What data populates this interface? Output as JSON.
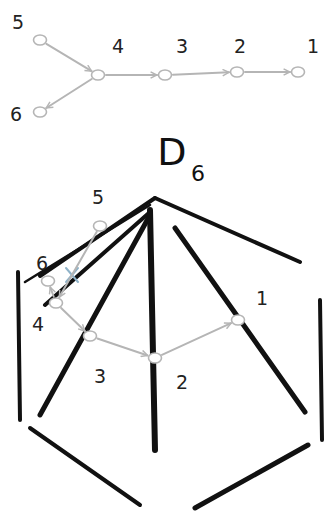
{
  "diagram": {
    "nodes": [
      {
        "text": [
          "5"
        ]
      },
      {
        "text": [
          "4"
        ]
      },
      {
        "text": [
          "3"
        ]
      },
      {
        "text": [
          "2"
        ]
      },
      {
        "text": [
          "1"
        ]
      },
      {
        "text": [
          "6"
        ]
      },
      {
        "text": [
          "5"
        ]
      },
      {
        "text": [
          "6"
        ]
      },
      {
        "text": [
          "4"
        ]
      },
      {
        "text": [
          "3"
        ]
      },
      {
        "text": [
          "2"
        ]
      },
      {
        "text": [
          "1"
        ]
      }
    ],
    "edges": [
      {
        "from": 0,
        "to": 1,
        "arrow": "to"
      },
      {
        "from": 1,
        "to": 2,
        "arrow": "to"
      },
      {
        "from": 2,
        "to": 3,
        "arrow": "to"
      },
      {
        "from": 3,
        "to": 4,
        "arrow": "to"
      },
      {
        "from": 1,
        "to": 5,
        "arrow": "to"
      },
      {
        "from": 6,
        "to": 8,
        "arrow": "to"
      },
      {
        "from": 8,
        "to": 9,
        "arrow": "to"
      },
      {
        "from": 9,
        "to": 10,
        "arrow": "to"
      },
      {
        "from": 10,
        "to": 11,
        "arrow": "to"
      },
      {
        "from": 8,
        "to": 7,
        "arrow": "to"
      }
    ],
    "labels": [
      "D",
      "6"
    ]
  }
}
